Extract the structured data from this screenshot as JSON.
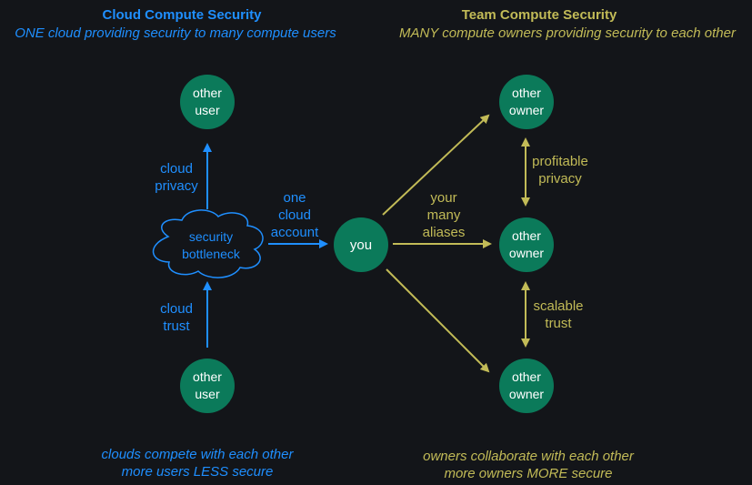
{
  "left": {
    "title": "Cloud Compute Security",
    "subtitle": "ONE cloud providing security to many compute users",
    "top_node": "other\nuser",
    "bottom_node": "other\nuser",
    "cloud_node": "security\nbottleneck",
    "label_privacy": "cloud\nprivacy",
    "label_trust": "cloud\ntrust",
    "label_account": "one\ncloud\naccount",
    "footer": "clouds compete with each other\nmore users LESS secure",
    "color": "#1f8fff"
  },
  "center": {
    "node": "you"
  },
  "right": {
    "title": "Team Compute Security",
    "subtitle": "MANY compute owners providing security to each other",
    "top_node": "other\nowner",
    "mid_node": "other\nowner",
    "bottom_node": "other\nowner",
    "label_aliases": "your\nmany\naliases",
    "label_privacy": "profitable\nprivacy",
    "label_trust": "scalable\ntrust",
    "footer": "owners collaborate with each other\nmore owners MORE secure",
    "color": "#c2bb57"
  },
  "node_color": "#0b7a5a"
}
